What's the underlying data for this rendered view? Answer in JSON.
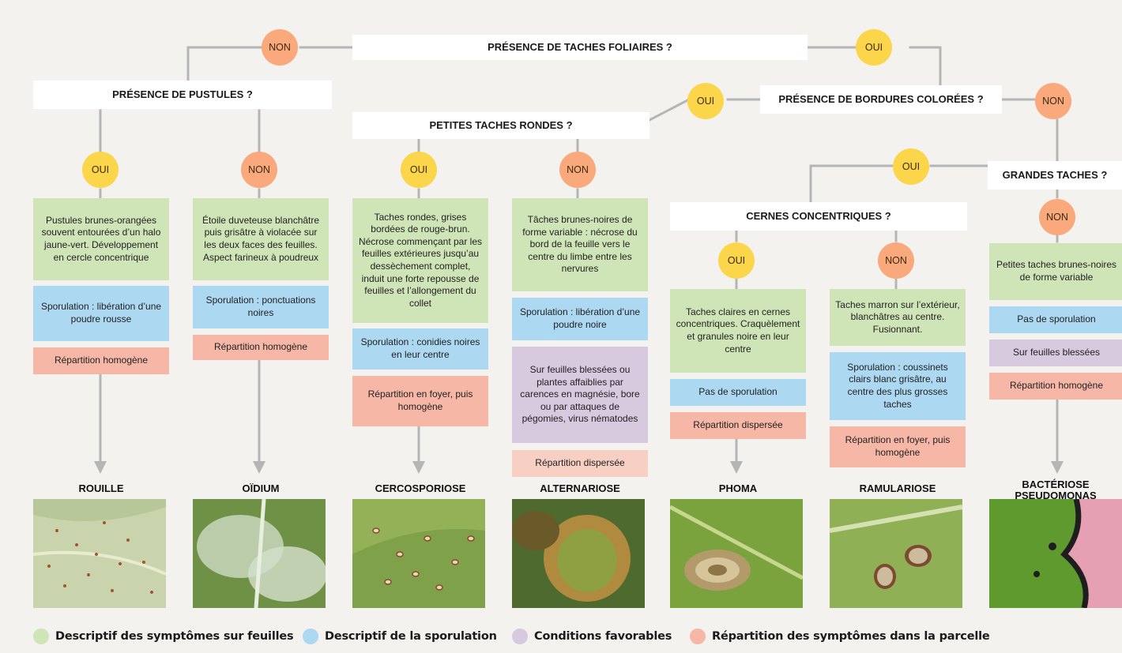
{
  "questions": {
    "taches_foliaires": "PRÉSENCE DE TACHES FOLIAIRES ?",
    "pustules": "PRÉSENCE DE PUSTULES ?",
    "bordures": "PRÉSENCE DE BORDURES COLORÉES ?",
    "petites_rondes": "PETITES TACHES RONDES ?",
    "grandes": "GRANDES TACHES ?",
    "cernes": "CERNES CONCENTRIQUES ?"
  },
  "answers": {
    "oui": "OUI",
    "non": "NON"
  },
  "diseases": [
    {
      "name": "ROUILLE",
      "symptoms": "Pustules brunes-orangées souvent entourées d’un halo jaune-vert. Développement en cercle concentrique",
      "sporulation": "Sporulation : libération d’une poudre rousse",
      "repartition": "Répartition homogène"
    },
    {
      "name": "OÏDIUM",
      "symptoms": "Étoile duveteuse blanchâtre puis grisâtre à violacée sur les deux faces des feuilles. Aspect farineux à poudreux",
      "sporulation": "Sporulation : ponctuations noires",
      "repartition": "Répartition homogène"
    },
    {
      "name": "CERCOSPORIOSE",
      "symptoms": "Taches rondes, grises bordées de rouge-brun. Nécrose commençant par les feuilles extérieures jusqu’au dessèchement complet, induit une forte repousse de feuilles et l’allongement du collet",
      "sporulation": "Sporulation : conidies noires en leur centre",
      "repartition": "Répartition en foyer, puis homogène"
    },
    {
      "name": "ALTERNARIOSE",
      "symptoms": "Tâches brunes-noires de forme variable : nécrose du bord de la feuille vers le centre du limbe entre les nervures",
      "sporulation": "Sporulation : libération d’une poudre noire",
      "conditions": "Sur feuilles blessées ou plantes affaiblies par carences en magnésie, bore ou par attaques de pégomies, virus nématodes",
      "repartition": "Répartition dispersée"
    },
    {
      "name": "PHOMA",
      "symptoms": "Taches claires en cernes concentriques. Craquèlement et granules noire en leur centre",
      "sporulation": "Pas de sporulation",
      "repartition": "Répartition dispersée"
    },
    {
      "name": "RAMULARIOSE",
      "symptoms": "Taches marron sur l’extérieur, blanchâtres au centre. Fusionnant.",
      "sporulation": "Sporulation : coussinets clairs blanc grisâtre, au centre des plus grosses taches",
      "repartition": "Répartition en foyer, puis homogène"
    },
    {
      "name": "BACTÉRIOSE PSEUDOMONAS",
      "symptoms": "Petites taches brunes-noires de forme variable",
      "sporulation": "Pas de sporulation",
      "conditions": "Sur feuilles blessées",
      "repartition": "Répartition homogène"
    }
  ],
  "legend": [
    {
      "label": "Descriptif des symptômes sur feuilles",
      "color": "#cfe5b7"
    },
    {
      "label": "Descriptif de la sporulation",
      "color": "#acd8f2"
    },
    {
      "label": "Conditions favorables",
      "color": "#d7c9de"
    },
    {
      "label": "Répartition des symptômes dans la parcelle",
      "color": "#f7b7a7"
    }
  ],
  "colors": {
    "oui": "#fbd54a",
    "non": "#f9a97b",
    "symptoms": "#cfe5b7",
    "sporulation": "#acd8f2",
    "conditions": "#d7c9de",
    "repartition": "#f7b7a7",
    "background": "#f3f2ee",
    "connector": "#b5b5b5"
  }
}
